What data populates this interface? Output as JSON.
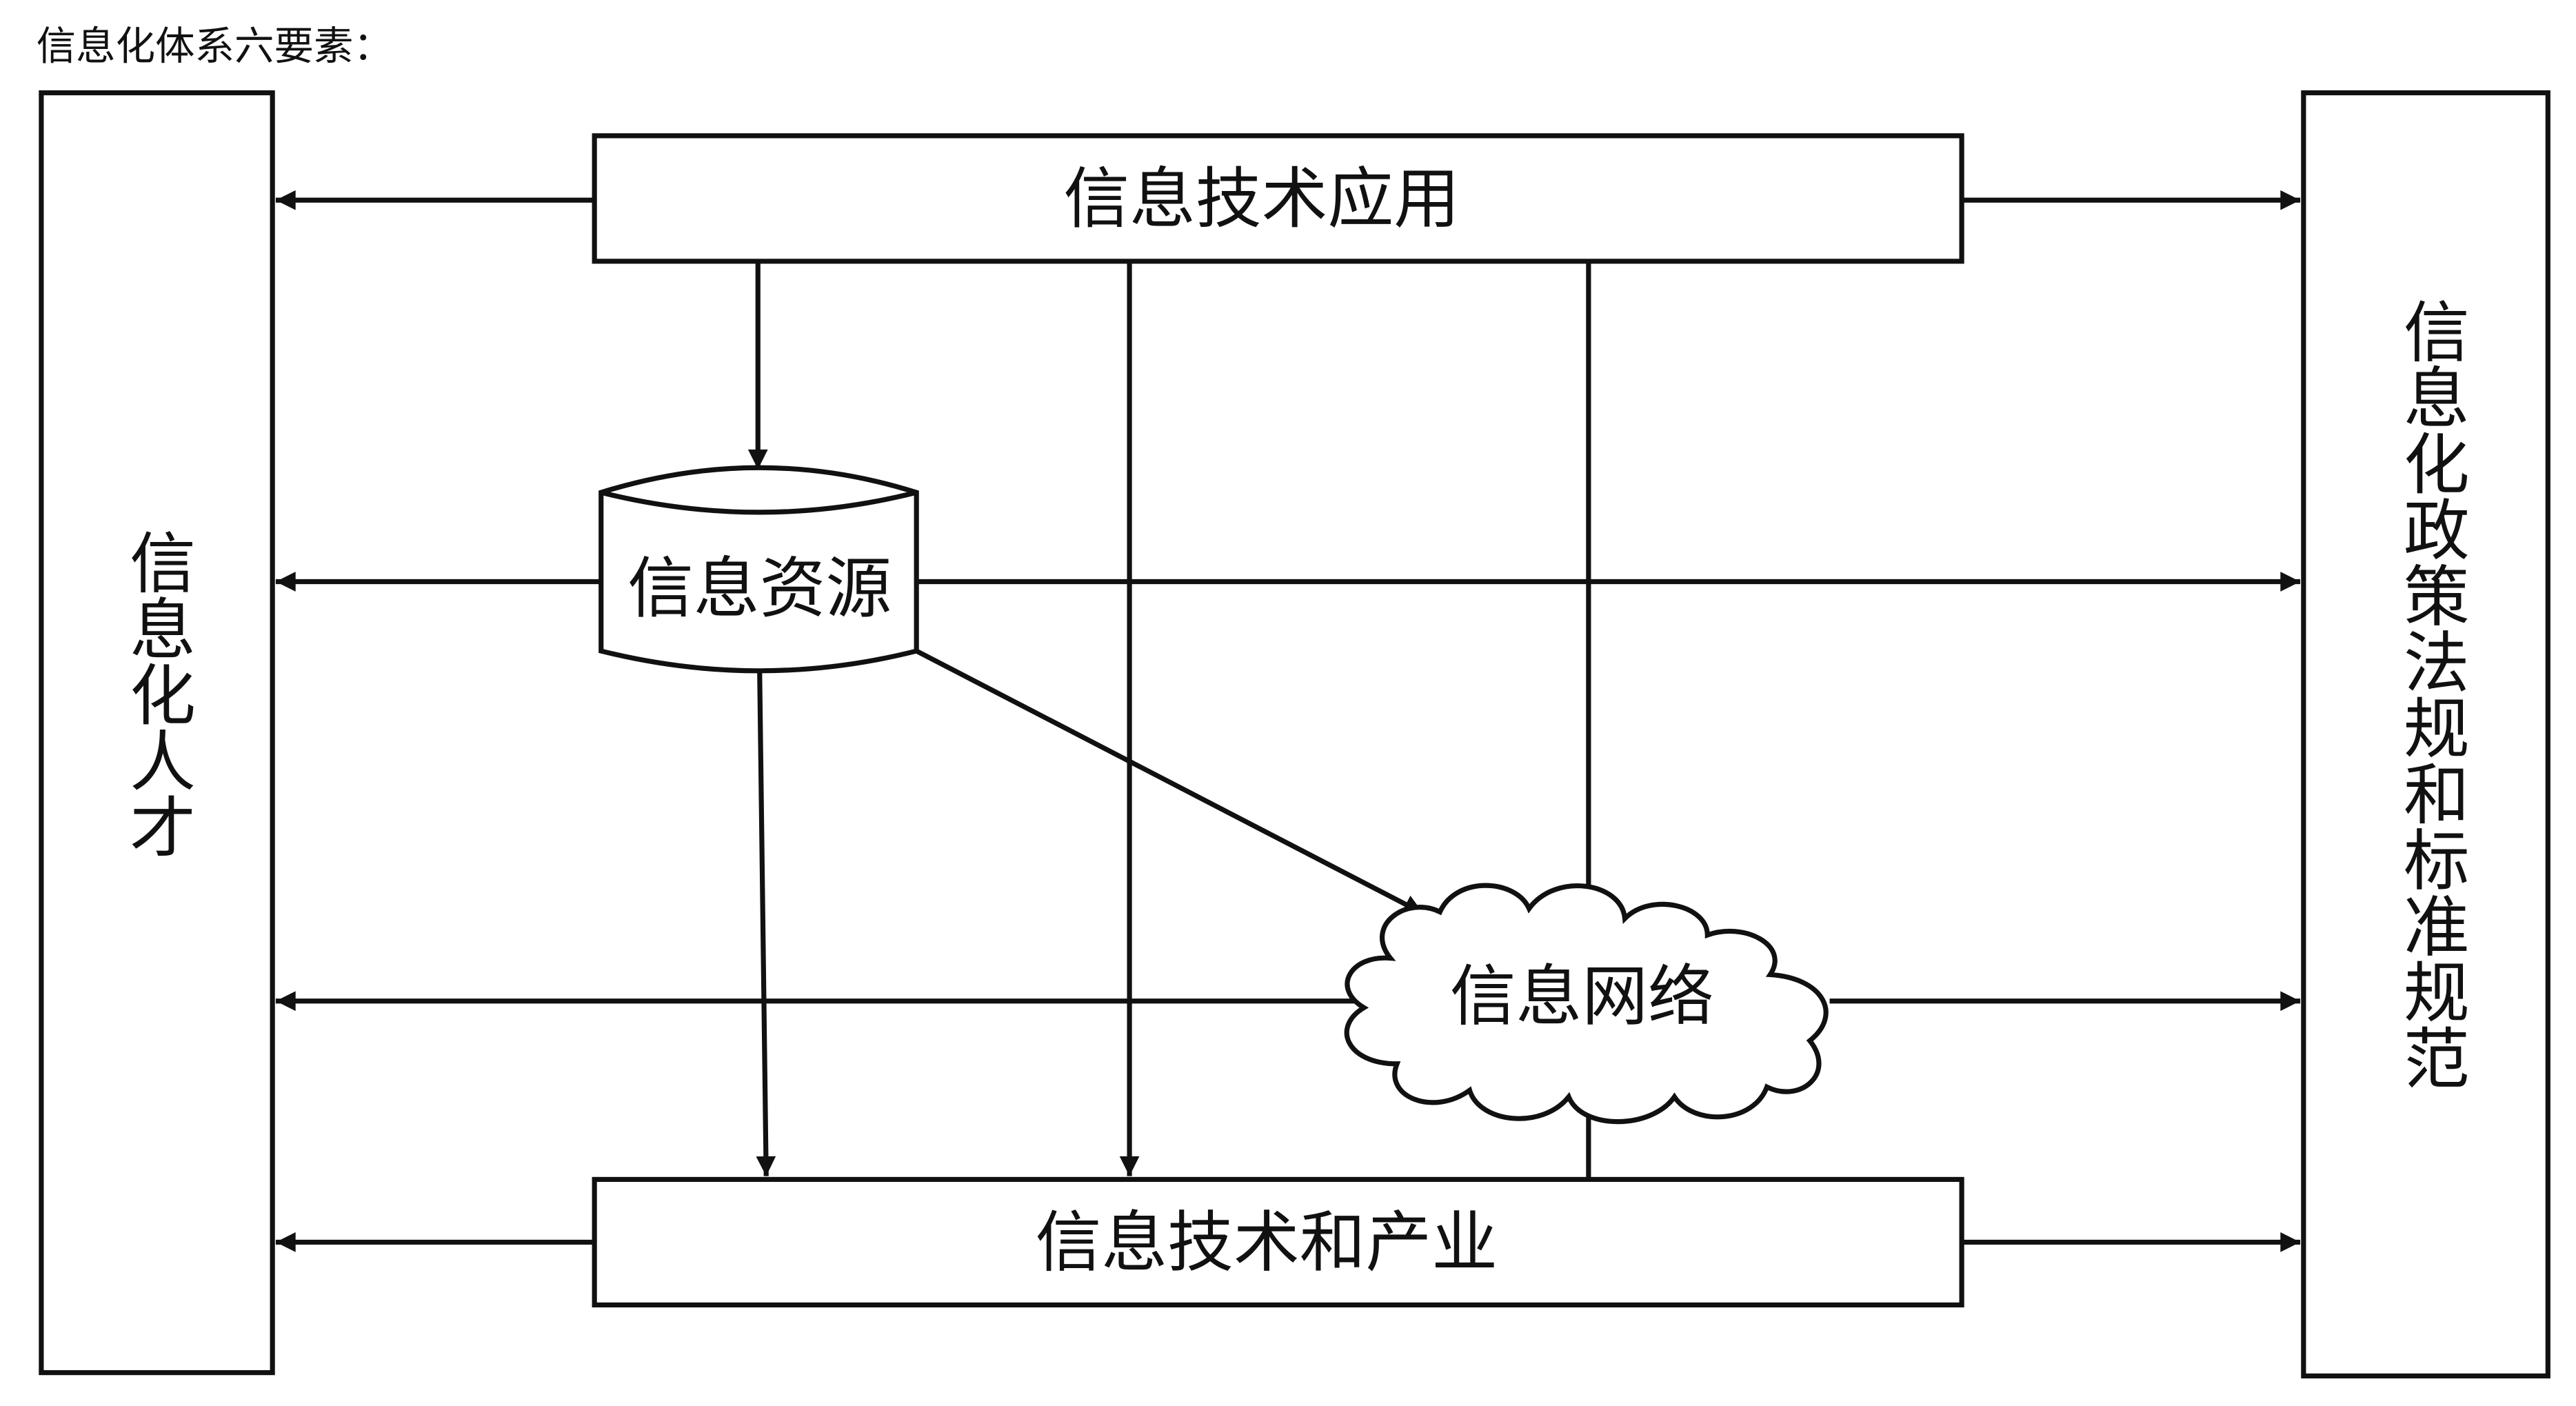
{
  "title": "信息化体系六要素：",
  "nodes": {
    "application": "信息技术应用",
    "resources": "信息资源",
    "network": "信息网络",
    "industry": "信息技术和产业",
    "talent": "信息化人才",
    "policy": "信息化政策法规和标准规范"
  },
  "colors": {
    "stroke": "#111111",
    "background": "#ffffff",
    "text": "#111111"
  }
}
